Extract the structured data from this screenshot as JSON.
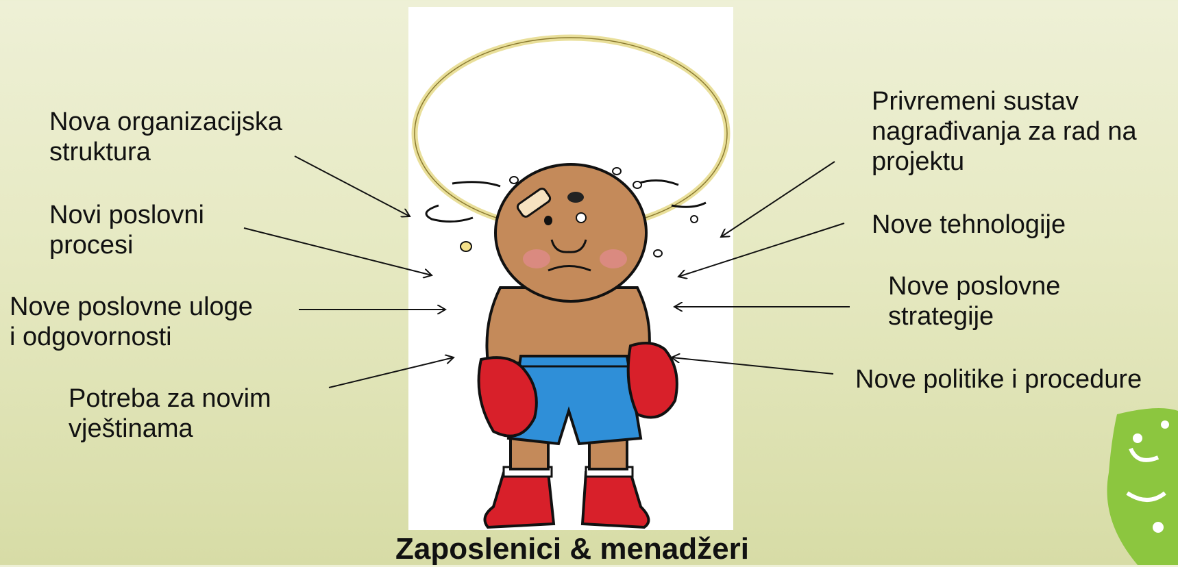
{
  "labels_left": [
    {
      "lines": [
        "Nova organizacijska",
        "struktura"
      ]
    },
    {
      "lines": [
        "Novi poslovni",
        "procesi"
      ]
    },
    {
      "lines": [
        "Nove poslovne uloge",
        "i odgovornosti"
      ]
    },
    {
      "lines": [
        "Potreba za novim",
        "vještinama"
      ]
    }
  ],
  "labels_right": [
    {
      "lines": [
        "Privremeni sustav",
        "nagrađivanja za rad na",
        "projektu"
      ]
    },
    {
      "lines": [
        "Nove tehnologije"
      ]
    },
    {
      "lines": [
        "Nove poslovne",
        "strategije"
      ]
    },
    {
      "lines": [
        "Nove politike i procedure"
      ]
    }
  ],
  "caption": "Zaposlenici & menadžeri",
  "colors": {
    "background": "#e6e9c2",
    "skin": "#c48a5a",
    "gloves": "#d8202a",
    "shorts": "#2f8fd8",
    "halo": "#f0e6a0",
    "logo": "#8cc63f"
  }
}
